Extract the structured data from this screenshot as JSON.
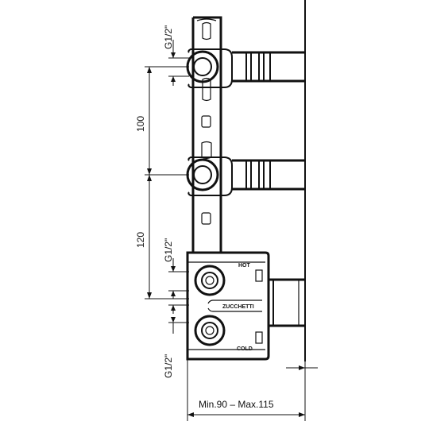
{
  "labels": {
    "thread_top": "G1/2\"",
    "thread_mid": "G1/2\"",
    "thread_bottom": "G1/2\"",
    "dim_upper": "100",
    "dim_lower": "120",
    "hot": "HOT",
    "brand": "ZUCCHETTI",
    "cold": "COLD",
    "depth": "Min.90  –  Max.115"
  }
}
